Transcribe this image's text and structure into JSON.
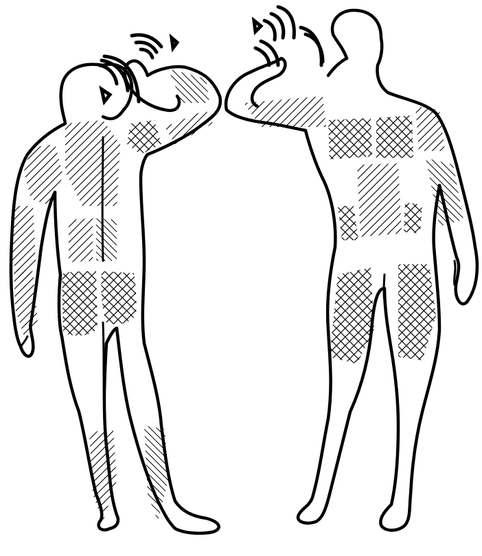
{
  "figure": {
    "subject_back": "back-view-figure",
    "subject_front": "front-view-figure",
    "shading": {
      "light": "diagonal-hatch",
      "heavy": "cross-hatch"
    },
    "colors": {
      "ink": "#000000",
      "paper": "#ffffff"
    }
  }
}
